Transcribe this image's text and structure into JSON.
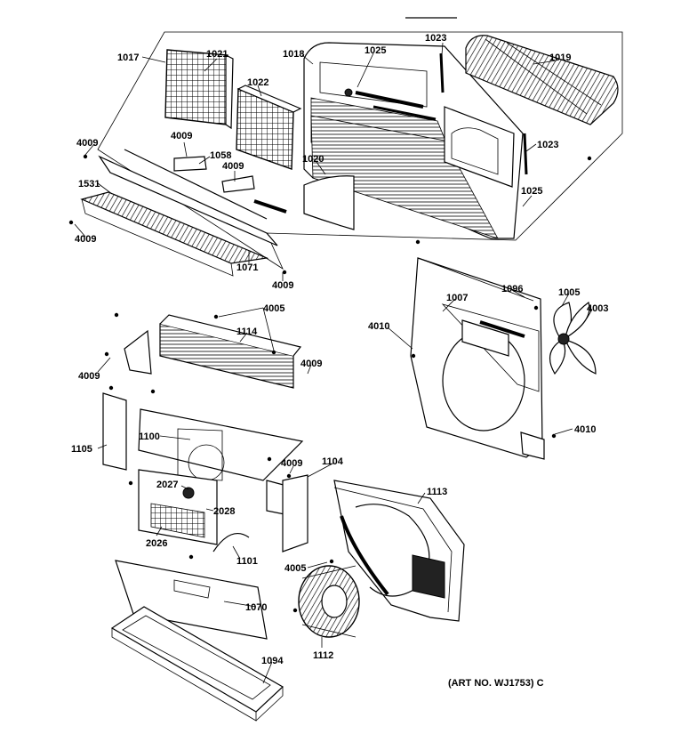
{
  "labels": {
    "p1017": "1017",
    "p1021": "1021",
    "p1018": "1018",
    "p1025a": "1025",
    "p1023a": "1023",
    "p1019": "1019",
    "p1022": "1022",
    "p4009a": "4009",
    "p4009b": "4009",
    "p1058": "1058",
    "p4009c": "4009",
    "p1020": "1020",
    "p1023b": "1023",
    "p1531": "1531",
    "p1025b": "1025",
    "p4009d": "4009",
    "p1071": "1071",
    "p4009e": "4009",
    "p1096": "1096",
    "p1005": "1005",
    "p4005a": "4005",
    "p1007": "1007",
    "p4003": "4003",
    "p4010a": "4010",
    "p1114": "1114",
    "p4009f": "4009",
    "p4009g": "4009",
    "p4010b": "4010",
    "p1105": "1105",
    "p1100": "1100",
    "p4009h": "4009",
    "p1104": "1104",
    "p2027": "2027",
    "p1113": "1113",
    "p2028": "2028",
    "p2026": "2026",
    "p1101": "1101",
    "p4005b": "4005",
    "p1070": "1070",
    "p1112": "1112",
    "p1094": "1094"
  },
  "art_number": "(ART NO. WJ1753) C"
}
